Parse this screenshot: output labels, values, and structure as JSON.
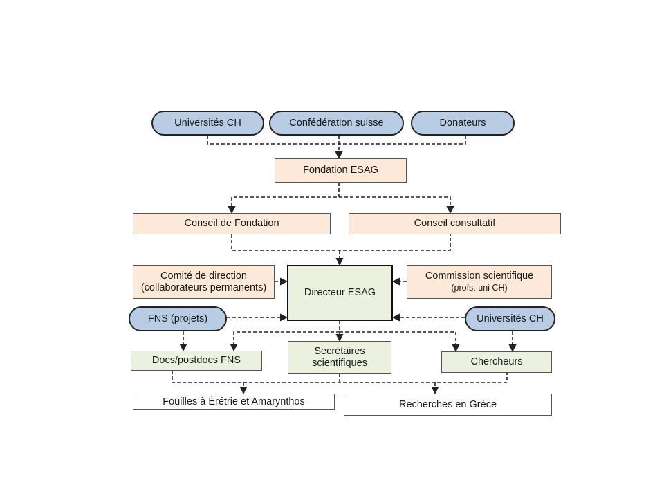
{
  "colors": {
    "funder_fill": "#b8cce4",
    "governance_fill": "#fde9d9",
    "staff_fill": "#ebf1de",
    "output_fill": "#ffffff",
    "line": "#222222"
  },
  "funders": {
    "universites": "Universités CH",
    "confederation": "Confédération suisse",
    "donateurs": "Donateurs"
  },
  "fondation": "Fondation ESAG",
  "conseil_fondation": "Conseil de Fondation",
  "conseil_consultatif": "Conseil consultatif",
  "comite": {
    "line1": "Comité de direction",
    "line2": "(collaborateurs permanents)"
  },
  "directeur": "Directeur ESAG",
  "commission": {
    "line1": "Commission scientifique",
    "line2": "(profs. uni CH)"
  },
  "fns": "FNS (projets)",
  "universites_right": "Universités CH",
  "docs": "Docs/postdocs FNS",
  "secretaires": {
    "line1": "Secrétaires",
    "line2": "scientifiques"
  },
  "chercheurs": "Chercheurs",
  "fouilles": "Fouilles à Érétrie et Amarynthos",
  "recherches": "Recherches en Grèce"
}
